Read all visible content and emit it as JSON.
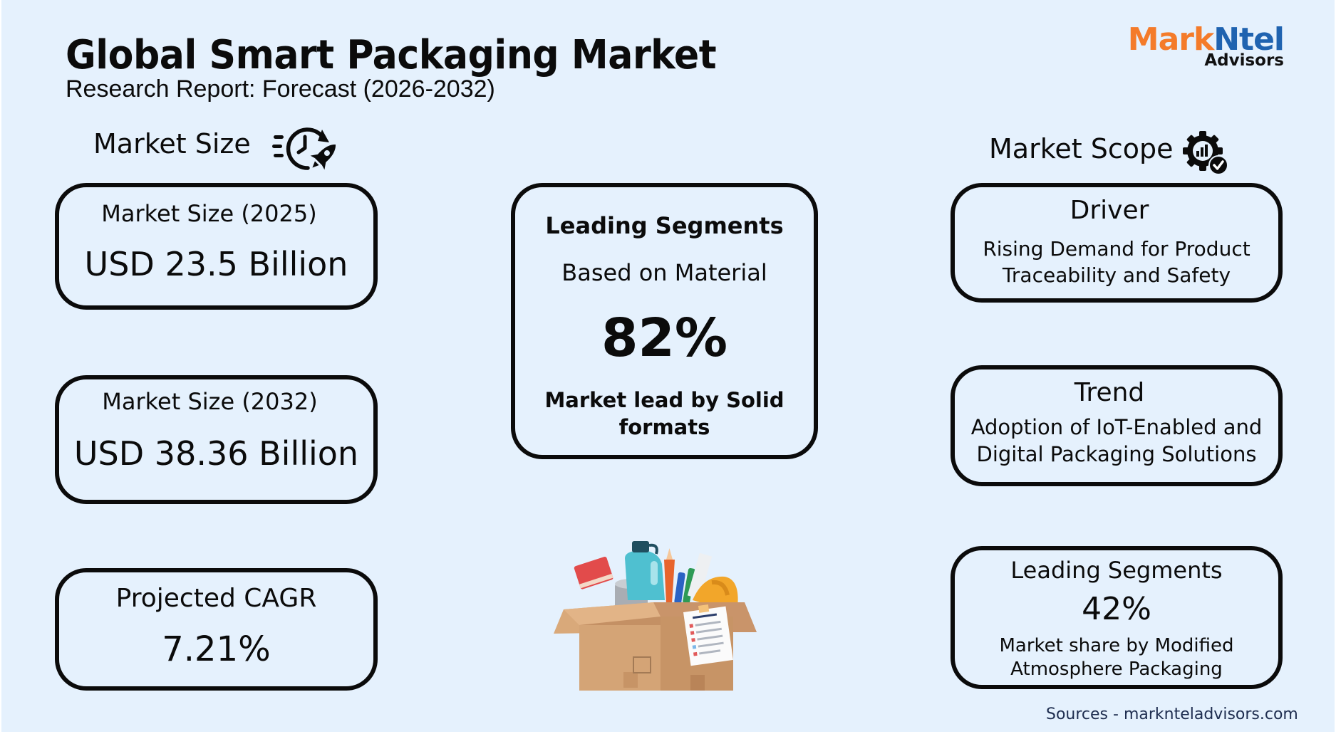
{
  "header": {
    "title": "Global Smart Packaging Market",
    "subtitle": "Research Report: Forecast (2026-2032)"
  },
  "logo": {
    "part1": "Mark",
    "part2": "Ntel",
    "sub": "Advisors",
    "colors": {
      "part1": "#F47B2A",
      "part2": "#1F63B0"
    }
  },
  "market_size": {
    "heading": "Market Size",
    "icon": "clock-rocket-icon",
    "cards": [
      {
        "label": "Market Size (2025)",
        "value": "USD 23.5 Billion"
      },
      {
        "label": "Market Size (2032)",
        "value": "USD 38.36 Billion"
      },
      {
        "label": "Projected CAGR",
        "value": "7.21%"
      }
    ]
  },
  "center_card": {
    "heading": "Leading Segments",
    "subheading": "Based on Material",
    "value": "82%",
    "description": "Market lead by Solid formats"
  },
  "illustration": {
    "icon": "packed-cardboard-box-illustration"
  },
  "market_scope": {
    "heading": "Market Scope",
    "icon": "gear-chart-check-icon",
    "driver": {
      "title": "Driver",
      "text": "Rising Demand for Product Traceability and Safety"
    },
    "trend": {
      "title": "Trend",
      "text": "Adoption of IoT-Enabled and Digital Packaging Solutions"
    },
    "leading": {
      "title": "Leading Segments",
      "value": "42%",
      "text": "Market share by Modified Atmosphere Packaging"
    }
  },
  "footer": {
    "sources": "Sources - marknteladvisors.com"
  },
  "colors": {
    "background": "#E5F1FD",
    "border": "#0B0B0B",
    "sources_text": "#1E2D4F"
  }
}
